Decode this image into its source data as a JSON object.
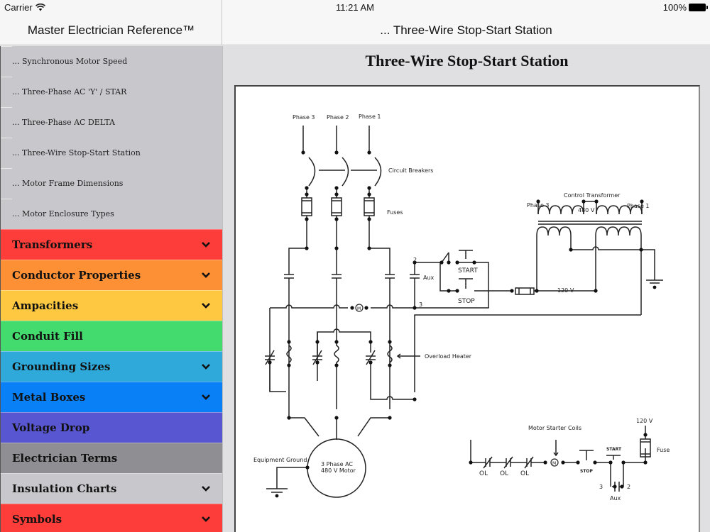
{
  "status_bar": {
    "carrier": "Carrier",
    "time": "11:21 AM",
    "battery": "100%",
    "wifi_icon": "wifi-icon",
    "battery_icon": "battery-icon"
  },
  "master": {
    "title": "Master Electrician Reference™",
    "sub_items": [
      {
        "label": "... Synchronous Motor Speed"
      },
      {
        "label": "... Three-Phase AC 'Y' / STAR"
      },
      {
        "label": "... Three-Phase AC DELTA"
      },
      {
        "label": "... Three-Wire Stop-Start Station"
      },
      {
        "label": "... Motor Frame Dimensions"
      },
      {
        "label": "... Motor Enclosure Types"
      }
    ],
    "categories": [
      {
        "label": "Transformers",
        "color": "#fc3d39",
        "expandable": true
      },
      {
        "label": "Conductor Properties",
        "color": "#fd9035",
        "expandable": true
      },
      {
        "label": "Ampacities",
        "color": "#fec841",
        "expandable": true
      },
      {
        "label": "Conduit Fill",
        "color": "#44db6e",
        "expandable": false
      },
      {
        "label": "Grounding Sizes",
        "color": "#2ea9d9",
        "expandable": true
      },
      {
        "label": "Metal Boxes",
        "color": "#0a80f7",
        "expandable": true
      },
      {
        "label": "Voltage Drop",
        "color": "#5856d0",
        "expandable": false
      },
      {
        "label": "Electrician Terms",
        "color": "#8e8e93",
        "expandable": false
      },
      {
        "label": "Insulation Charts",
        "color": "#c8c7cc",
        "expandable": true
      },
      {
        "label": "Symbols",
        "color": "#fc3d39",
        "expandable": true
      }
    ]
  },
  "detail": {
    "nav_title": "... Three-Wire Stop-Start Station",
    "heading": "Three-Wire Stop-Start Station",
    "diagram": {
      "labels": {
        "phase3": "Phase 3",
        "phase2": "Phase 2",
        "phase1": "Phase 1",
        "circuit_breakers": "Circuit Breakers",
        "fuses": "Fuses",
        "control_transformer": "Control Transformer",
        "ct_phase3": "Phase 3",
        "ct_480v": "480 V",
        "ct_phase1": "Phase 1",
        "ct_120v": "120 V",
        "node2": "2",
        "node3": "3",
        "aux": "Aux",
        "start": "START",
        "stop": "STOP",
        "motor_m": "M",
        "overload_heater": "Overload Heater",
        "equipment_ground": "Equipment Ground",
        "motor_line1": "3 Phase AC",
        "motor_line2": "480 V Motor",
        "ladder_coils": "Motor Starter Coils",
        "ladder_ol": "OL",
        "ladder_stop": "STOP",
        "ladder_start": "START",
        "ladder_120v": "120 V",
        "ladder_fuse": "Fuse",
        "ladder_3": "3",
        "ladder_2": "2",
        "ladder_aux": "Aux"
      }
    }
  }
}
